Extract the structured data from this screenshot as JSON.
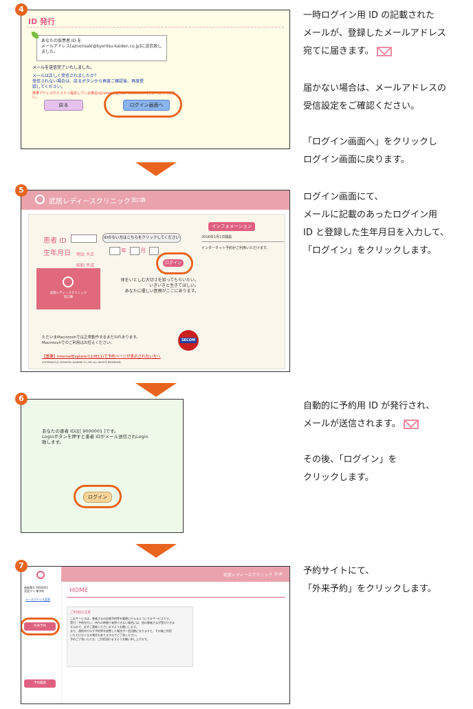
{
  "steps": [
    {
      "number": "4",
      "description": "一時ログイン用 ID の記載された\nメールが、登録したメールアドレス\n宛てに届きます。",
      "description2": "届かない場合は、メールアドレスの\n受信設定をご確認ください。",
      "description3": "「ログイン画面へ」をクリックし\nログイン画面に戻ります。",
      "screen": {
        "title": "ID 発行",
        "mail_box_text": "あなたの仮患者 ID を\nメールアドレス[aznorisaki@kyoritsu-kaiden.co.jp]に送信致し\nました。",
        "sent_text": "メールを送信完了いたしました。",
        "warn_text": "メールは正しく受信されましたか？\n受信されない場合は、戻るボタンから再度ご確認後、再度登\n録してください。",
        "note_text": "携帯アドレスやドメイン指定している場合は[noreply@kobe-ladies.com]を許可してくださ\nい。",
        "back_label": "戻る",
        "login_screen_label": "ログイン画面へ"
      }
    },
    {
      "number": "5",
      "description": "ログイン画面にて、\nメールに記載のあったログイン用\nID と登録した生年月日を入力して、\n「ログイン」をクリックします。",
      "screen": {
        "clinic_name": "武居レディースクリニック",
        "clinic_sub": "窓口数",
        "patient_id_label": "患者 ID",
        "no_id_button": "IDのない方はこちらをクリックしてください",
        "birth_label": "生年月日",
        "era_options": [
          "明治",
          "大正",
          "昭和",
          "平成"
        ],
        "year_label": "年",
        "month_label": "月",
        "login_label": "ログイン",
        "logo_caption": "武居レディースクリニック\n窓口数",
        "message": "体をいとしむ大切さを知ってもらいたい。\nいきいきと生きてほしい。\nあなたに優しい医療がここにあります。",
        "info_tab": "インフォメーション",
        "info_date": "2016年1月1日開設",
        "info_text": "インターネット予約がご利用いただけます。",
        "mac_note": "ただいまMacintoshでは正常動作するまだわれまります。\nMacintoshでのご利用はお控えください。",
        "ie_note": "【重要】InternetExplorer11(IE11)で予約ページが表示されない方へ",
        "copyright": "COPYRIGHT(C) KYORITSU-KAIDEN CO.,LTD ALL RIGHTS RESERVED.",
        "secom_label": "SECOM"
      }
    },
    {
      "number": "6",
      "description": "自動的に予約用 ID が発行され、\nメールが送信されます。",
      "description2": "その後、「ログイン」を\nクリックします。",
      "screen": {
        "message": "あなたの患者 IDは[ 9000001 ]です。\nLoginボタンを押すと患者 IDがメール送信されLogin\n致します。",
        "login_label": "ログイン"
      }
    },
    {
      "number": "7",
      "description": "予約サイトにて、\n「外来予約」をクリックします。",
      "screen": {
        "clinic_name": "武居レディースクリニック",
        "clinic_sub": "窓口数",
        "user_info": "患者番号 9000001\n武居マリ 様予約",
        "mail_change": "メールアドレス変更",
        "outpatient_label": "外来予約",
        "history_label": "予約履歴",
        "home_title": "HOME",
        "notice_title": "ご利用の注意",
        "notice_text": "このサービスは、患者さまの診療予約等を簡便に行えるようにするサービスです。\n受付・予約を行い、待ちの時間で来院できない場合には、他の患者さまが受付できま\nせんので、必ずご連絡くださいますようお願いします。\nまた、連続を行わず予約等を放置した場合が一定回数になりますと、その後ご利用\nいただけなくなる場合もありますのでご了承ください。\n予めご了承いただき、ご利用頂けますようお願い申し上げます。"
      }
    }
  ],
  "colors": {
    "accent": "#e8641f",
    "pink": "#eaa3ad",
    "mail_icon": "#f08aa0"
  }
}
